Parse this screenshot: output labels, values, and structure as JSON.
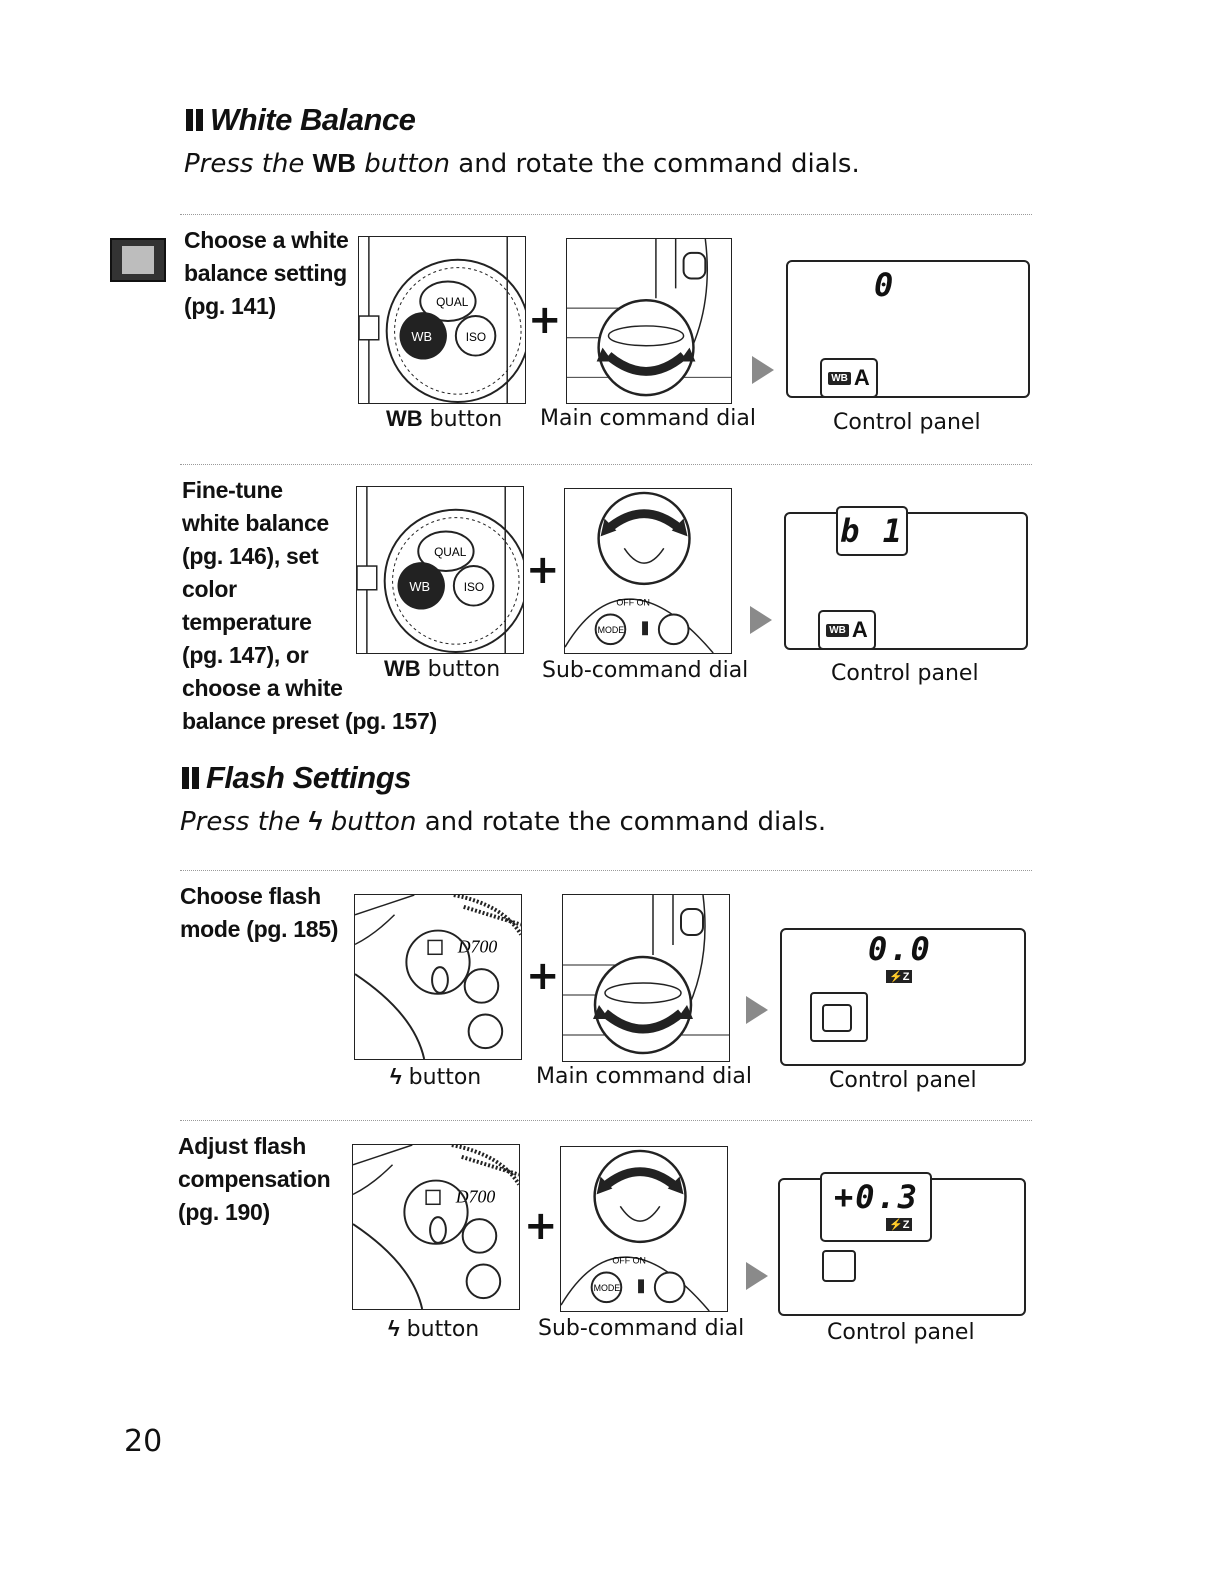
{
  "white_balance": {
    "title": "White Balance",
    "instruction_press": "Press the",
    "instruction_button": "WB",
    "instruction_button_word": "button",
    "instruction_rest": "and rotate the command dials.",
    "rows": [
      {
        "label_lines": [
          "Choose a white",
          "balance setting",
          "(pg. 141)"
        ],
        "button_caption_key": "WB",
        "button_caption_word": "button",
        "dial_caption": "Main command dial",
        "panel_caption": "Control panel",
        "panel_readout": "0",
        "panel_chip_letter": "A",
        "wb_tag": "WB"
      },
      {
        "label_lines": [
          "Fine-tune",
          "white balance",
          "(pg. 146), set",
          "color",
          "temperature",
          "(pg. 147), or",
          "choose a white",
          "balance preset (pg. 157)"
        ],
        "button_caption_key": "WB",
        "button_caption_word": "button",
        "dial_caption": "Sub-command dial",
        "panel_caption": "Control panel",
        "panel_readout": "b 1",
        "panel_chip_letter": "A",
        "wb_tag": "WB"
      }
    ]
  },
  "flash_settings": {
    "title": "Flash Settings",
    "instruction_press": "Press the",
    "instruction_button": "ϟ",
    "instruction_button_word": "button",
    "instruction_rest": "and rotate the command dials.",
    "rows": [
      {
        "label_lines": [
          "Choose flash",
          "mode (pg. 185)"
        ],
        "button_caption_key": "ϟ",
        "button_caption_word": "button",
        "dial_caption": "Main command dial",
        "panel_caption": "Control panel",
        "panel_readout": "0.0",
        "fz_tag": "⚡Z"
      },
      {
        "label_lines": [
          "Adjust flash",
          "compensation",
          "(pg. 190)"
        ],
        "button_caption_key": "ϟ",
        "button_caption_word": "button",
        "dial_caption": "Sub-command dial",
        "panel_caption": "Control panel",
        "panel_readout": "+0.3",
        "fz_tag": "⚡Z"
      }
    ]
  },
  "page_number": "20",
  "illustration_text": {
    "qual": "QUAL",
    "iso": "ISO",
    "wb": "WB",
    "mode": "MODE",
    "off_on": "OFF ON",
    "model": "D700"
  }
}
